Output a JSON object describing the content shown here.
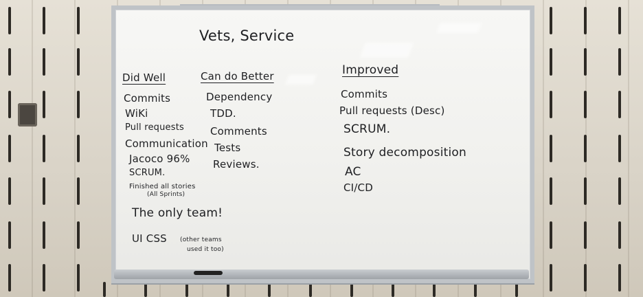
{
  "board": {
    "title": "Vets, Service",
    "columns": [
      {
        "heading": "Did Well",
        "items": [
          "Commits",
          "WiKi",
          "Pull requests",
          "Communication",
          "Jacoco 96%",
          "SCRUM.",
          "Finished all stories"
        ],
        "note": "(All Sprints)"
      },
      {
        "heading": "Can do Better",
        "items": [
          "Dependency",
          "TDD.",
          "Comments",
          "Tests",
          "Reviews."
        ]
      },
      {
        "heading": "Improved",
        "items": [
          "Commits",
          "Pull requests (Desc)",
          "SCRUM.",
          "Story decomposition",
          "AC",
          "CI/CD"
        ]
      }
    ],
    "extras": {
      "team_note": "The only team!",
      "ui_css": "UI CSS",
      "ui_css_note_line1": "(other teams",
      "ui_css_note_line2": "used it too)"
    }
  }
}
